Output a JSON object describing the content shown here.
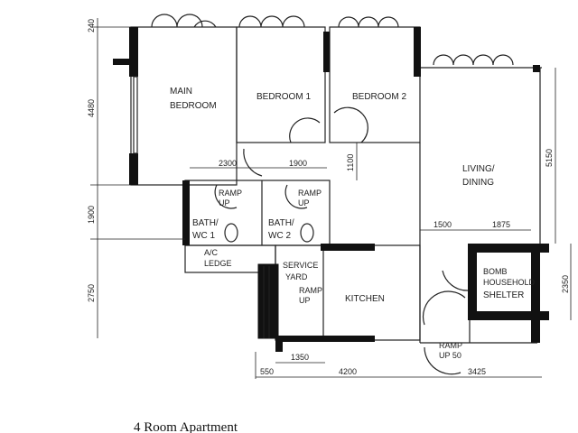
{
  "title": "4 Room Apartment",
  "rooms": {
    "main_bedroom": [
      "MAIN",
      "BEDROOM"
    ],
    "bedroom1": "BEDROOM 1",
    "bedroom2": "BEDROOM 2",
    "living": [
      "LIVING/",
      "DINING"
    ],
    "bath1": [
      "BATH/",
      "WC 1"
    ],
    "bath2": [
      "BATH/",
      "WC 2"
    ],
    "kitchen": "KITCHEN",
    "shelter": [
      "BOMB",
      "HOUSEHOLD",
      "SHELTER"
    ],
    "ledge": [
      "A/C",
      "LEDGE"
    ],
    "service": [
      "SERVICE",
      "YARD"
    ]
  },
  "ramps": {
    "ramp1": [
      "RAMP",
      "UP"
    ],
    "ramp2": [
      "RAMP",
      "UP"
    ],
    "ramp3": [
      "RAMP",
      "UP"
    ],
    "ramp4": [
      "RAMP",
      "UP 50"
    ]
  },
  "dimensions": {
    "left": [
      "240",
      "4480",
      "1900",
      "2750"
    ],
    "bottom": [
      "550",
      "1350",
      "4200",
      "3425"
    ],
    "right": [
      "5150",
      "2350"
    ],
    "inner": [
      "2300",
      "1900",
      "1100",
      "1500",
      "1875"
    ]
  }
}
